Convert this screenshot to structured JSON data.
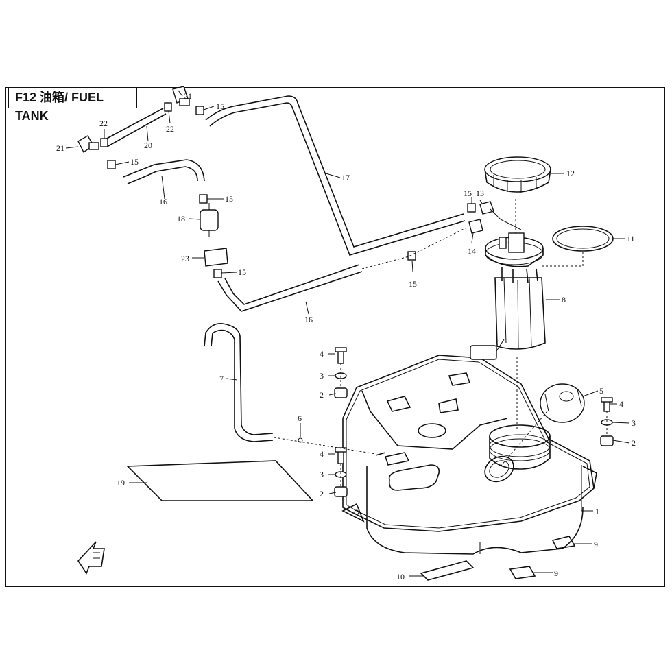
{
  "title": "F12 油箱/ FUEL TANK",
  "callouts": [
    "1",
    "2",
    "2",
    "2",
    "3",
    "3",
    "3",
    "4",
    "4",
    "4",
    "5",
    "6",
    "7",
    "8",
    "9",
    "9",
    "10",
    "11",
    "12",
    "13",
    "14",
    "15",
    "15",
    "15",
    "15",
    "15",
    "15",
    "16",
    "16",
    "17",
    "18",
    "19",
    "20",
    "21",
    "21",
    "22",
    "22",
    "23"
  ]
}
